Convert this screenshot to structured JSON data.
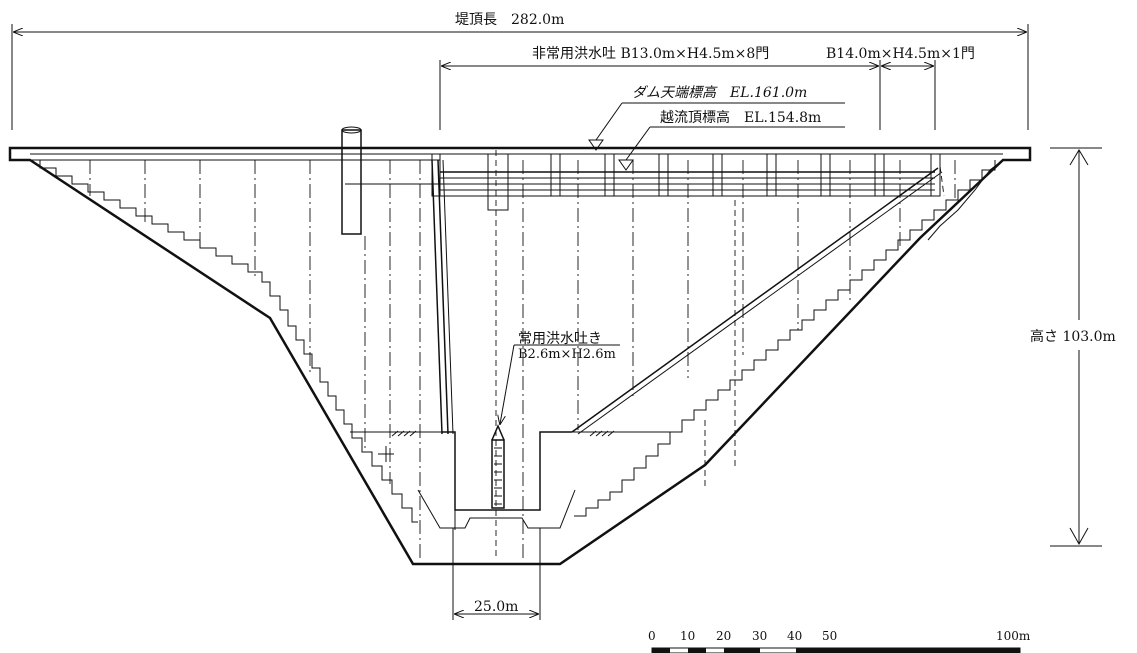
{
  "crest_length": "堤頂長　282.0m",
  "spillway_emergency": "非常用洪水吐 B13.0m×H4.5m×8門",
  "spillway_emergency_extra": "B14.0m×H4.5m×1門",
  "crest_elevation": "ダム天端標高　EL.161.0m",
  "overflow_elevation": "越流頂標高　EL.154.8m",
  "normal_spillway_title": "常用洪水吐き",
  "normal_spillway_size": "B2.6m×H2.6m",
  "dam_height": "高さ 103.0m",
  "base_width": "25.0m",
  "scale": {
    "ticks": [
      "0",
      "10",
      "20",
      "30",
      "40",
      "50",
      "100m"
    ]
  }
}
